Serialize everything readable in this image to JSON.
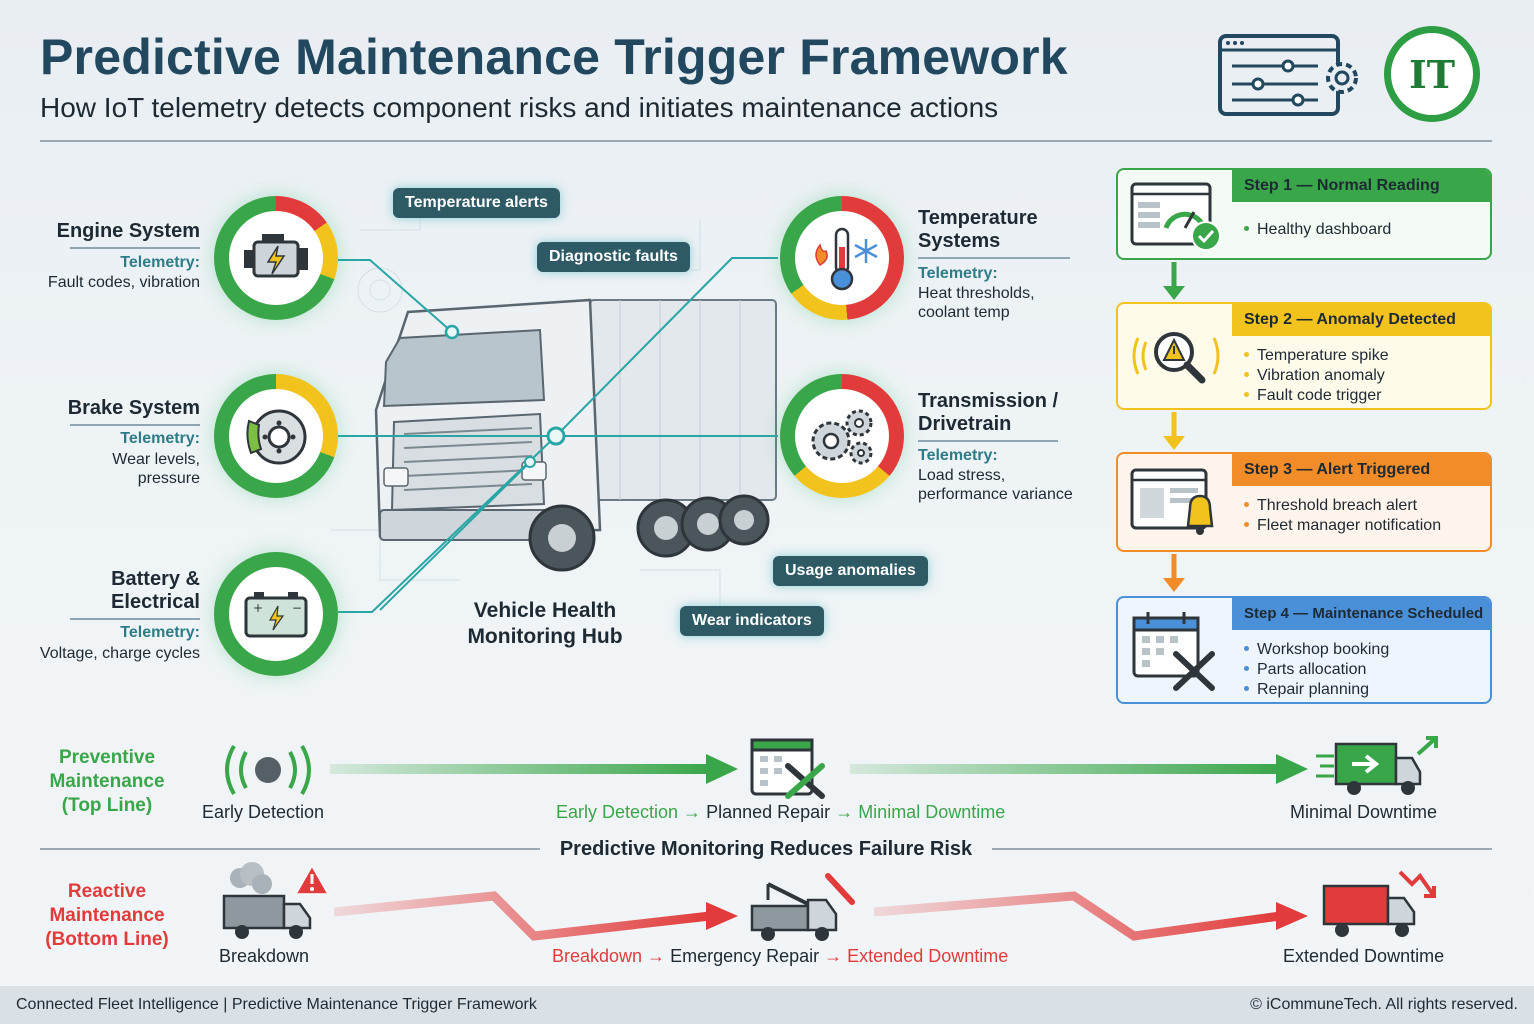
{
  "header": {
    "title": "Predictive Maintenance Trigger Framework",
    "subtitle": "How IoT telemetry detects component risks and initiates maintenance actions",
    "logo_text": "IT"
  },
  "components": {
    "engine": {
      "name": "Engine System",
      "telemetry_label": "Telemetry:",
      "telemetry": "Fault codes, vibration"
    },
    "brake": {
      "name": "Brake System",
      "telemetry_label": "Telemetry:",
      "telemetry_1": "Wear levels,",
      "telemetry_2": "pressure"
    },
    "battery": {
      "name_1": "Battery &",
      "name_2": "Electrical",
      "telemetry_label": "Telemetry:",
      "telemetry": "Voltage, charge cycles"
    },
    "temperature": {
      "name_1": "Temperature",
      "name_2": "Systems",
      "telemetry_label": "Telemetry:",
      "telemetry_1": "Heat thresholds,",
      "telemetry_2": "coolant temp"
    },
    "transmission": {
      "name_1": "Transmission /",
      "name_2": "Drivetrain",
      "telemetry_label": "Telemetry:",
      "telemetry_1": "Load stress,",
      "telemetry_2": "performance variance"
    }
  },
  "signals": {
    "temperature_alerts": "Temperature alerts",
    "diagnostic_faults": "Diagnostic faults",
    "usage_anomalies": "Usage anomalies",
    "wear_indicators": "Wear indicators"
  },
  "hub": {
    "line_1": "Vehicle Health",
    "line_2": "Monitoring Hub"
  },
  "steps": [
    {
      "title": "Step 1 — Normal Reading",
      "items": [
        "Healthy dashboard"
      ],
      "color": "#3aa64a"
    },
    {
      "title": "Step 2 — Anomaly Detected",
      "items": [
        "Temperature spike",
        "Vibration anomaly",
        "Fault code trigger"
      ],
      "color": "#f2c21d"
    },
    {
      "title": "Step 3 — Alert Triggered",
      "items": [
        "Threshold breach alert",
        "Fleet manager notification"
      ],
      "color": "#f28c28"
    },
    {
      "title": "Step 4 — Maintenance Scheduled",
      "items": [
        "Workshop booking",
        "Parts allocation",
        "Repair planning"
      ],
      "color": "#4a90d9"
    }
  ],
  "preventive": {
    "title_1": "Preventive",
    "title_2": "Maintenance",
    "title_3": "(Top Line)",
    "start": "Early Detection",
    "flow_1": "Early Detection →",
    "flow_2": "Planned Repair",
    "flow_3": "→ Minimal Downtime",
    "end": "Minimal Downtime"
  },
  "divider_text": "Predictive Monitoring Reduces Failure Risk",
  "reactive": {
    "title_1": "Reactive",
    "title_2": "Maintenance",
    "title_3": "(Bottom Line)",
    "start": "Breakdown",
    "flow_1": "Breakdown →",
    "flow_2": "Emergency Repair",
    "flow_3": "→ Extended Downtime",
    "end": "Extended Downtime"
  },
  "footer": {
    "left": "Connected Fleet Intelligence | Predictive Maintenance Trigger Framework",
    "right": "© iCommuneTech. All rights reserved."
  },
  "colors": {
    "green": "#3aa64a",
    "yellow": "#f2c21d",
    "orange": "#f28c28",
    "blue": "#4a90d9",
    "red": "#e23b3b",
    "navy": "#22485f",
    "teal": "#2d7c86"
  }
}
